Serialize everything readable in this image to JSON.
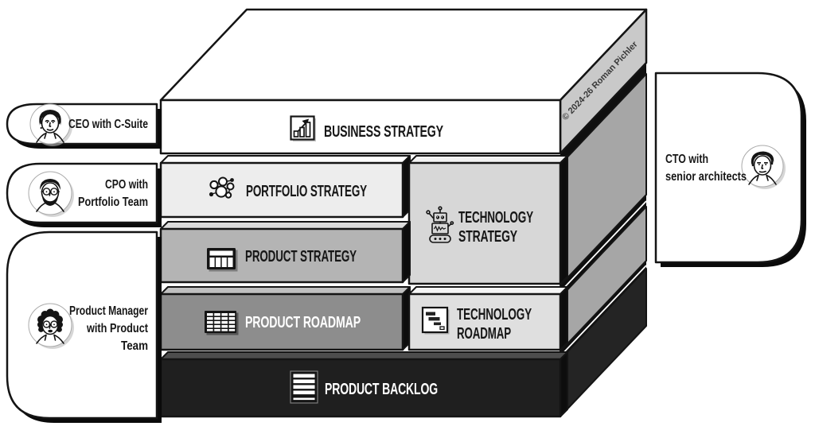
{
  "copyright": "© 2024-26 Roman Pichler",
  "layers": {
    "business_strategy": {
      "label": "BUSINESS STRATEGY"
    },
    "portfolio_strategy": {
      "label": "PORTFOLIO STRATEGY"
    },
    "product_strategy": {
      "label": "PRODUCT STRATEGY"
    },
    "product_roadmap": {
      "label": "PRODUCT ROADMAP"
    },
    "product_backlog": {
      "label": "PRODUCT BACKLOG"
    },
    "technology_strategy": {
      "label_line1": "TECHNOLOGY",
      "label_line2": "STRATEGY"
    },
    "technology_roadmap": {
      "label_line1": "TECHNOLOGY",
      "label_line2": "ROADMAP"
    }
  },
  "roles": {
    "ceo": {
      "line1": "CEO with C-Suite"
    },
    "cpo": {
      "line1": "CPO with",
      "line2": "Portfolio Team"
    },
    "product_manager": {
      "line1": "Product Manager",
      "line2": "with Product",
      "line3": "Team"
    },
    "cto": {
      "line1": "CTO with",
      "line2": "senior architects"
    }
  },
  "colors": {
    "business_front": "#ffffff",
    "business_side": "#c9c9c9",
    "portfolio_front": "#ededed",
    "product_strategy_front": "#b4b4b4",
    "product_roadmap_front": "#8d8d8d",
    "technology_strategy_front": "#d7d7d7",
    "technology_roadmap_front": "#dfdfdf",
    "product_backlog_front": "#1f1f1f",
    "stack_side_mid": "#a6a6a6",
    "stack_side_dark": "#242424",
    "ink": "#141414"
  }
}
